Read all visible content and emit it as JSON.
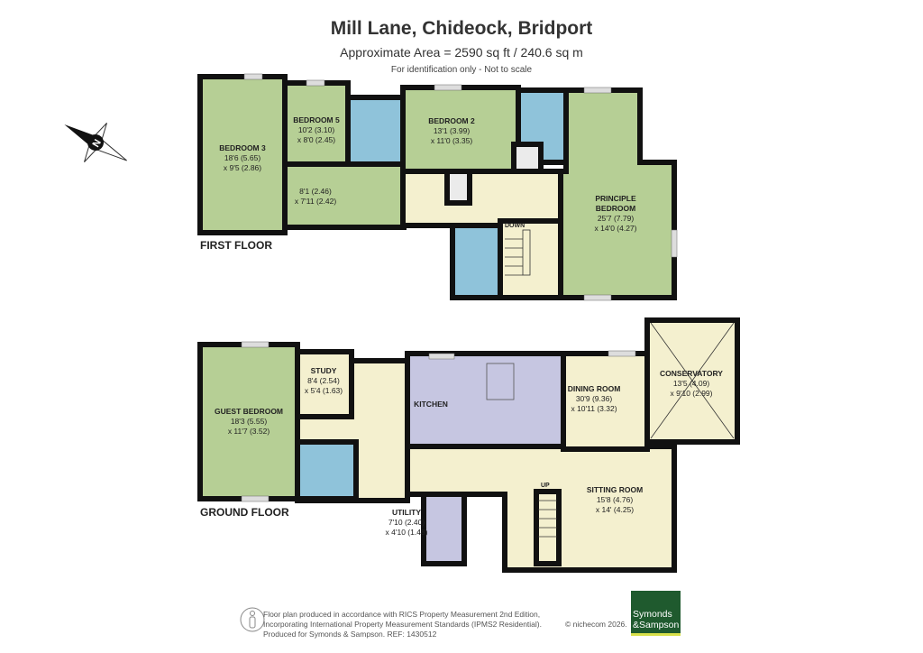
{
  "header": {
    "title": "Mill Lane, Chideock, Bridport",
    "area": "Approximate Area = 2590 sq ft / 240.6 sq m",
    "note": "For identification only - Not to scale"
  },
  "compass": {
    "label": "N"
  },
  "first_floor": {
    "label": "FIRST FLOOR",
    "stairs_label": "DOWN",
    "rooms": [
      {
        "name": "BEDROOM 3",
        "dim1": "18'6 (5.65)",
        "dim2": "x 9'5 (2.86)"
      },
      {
        "name": "BEDROOM 5",
        "dim1": "10'2 (3.10)",
        "dim2": "x 8'0 (2.45)"
      },
      {
        "name": "",
        "dim1": "8'1 (2.46)",
        "dim2": "x 7'11 (2.42)"
      },
      {
        "name": "BEDROOM 2",
        "dim1": "13'1 (3.99)",
        "dim2": "x 11'0 (3.35)"
      },
      {
        "name": "PRINCIPLE",
        "name2": "BEDROOM",
        "dim1": "25'7 (7.79)",
        "dim2": "x 14'0 (4.27)"
      }
    ]
  },
  "ground_floor": {
    "label": "GROUND FLOOR",
    "stairs_label": "UP",
    "rooms": [
      {
        "name": "GUEST BEDROOM",
        "dim1": "18'3 (5.55)",
        "dim2": "x 11'7 (3.52)"
      },
      {
        "name": "STUDY",
        "dim1": "8'4 (2.54)",
        "dim2": "x 5'4 (1.63)"
      },
      {
        "name": "KITCHEN"
      },
      {
        "name": "DINING ROOM",
        "dim1": "30'9 (9.36)",
        "dim2": "x 10'11 (3.32)"
      },
      {
        "name": "CONSERVATORY",
        "dim1": "13'5 (4.09)",
        "dim2": "x 9'10 (2.99)"
      },
      {
        "name": "SITTING ROOM",
        "dim1": "15'8 (4.76)",
        "dim2": "x 14' (4.25)"
      },
      {
        "name": "UTILITY",
        "dim1": "7'10 (2.40)",
        "dim2": "x 4'10 (1.48)"
      }
    ]
  },
  "footer": {
    "line1": "Floor plan produced in accordance with RICS Property Measurement 2nd Edition,",
    "line2": "Incorporating International Property Measurement Standards (IPMS2 Residential).",
    "line3": "Produced for Symonds & Sampson.   REF:  1430512",
    "copyright": "© nichecom 2026.",
    "logo_line1": "Symonds",
    "logo_line2": "&Sampson"
  },
  "colors": {
    "bedroom": "#b6cf95",
    "bathroom": "#8fc3da",
    "circulation": "#f4f0cf",
    "kitchen": "#c6c6e1",
    "walls": "#111111",
    "brand": "#1f5a2e"
  }
}
